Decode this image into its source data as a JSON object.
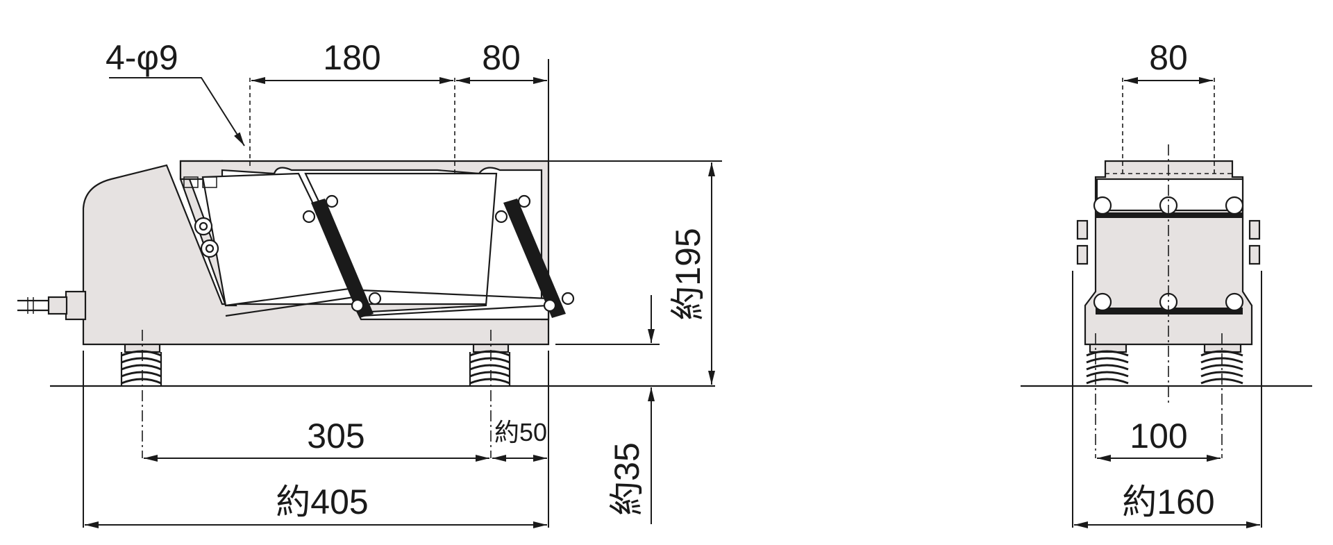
{
  "side_view": {
    "hole_callout": "4-φ9",
    "dim_hole_pitch": "180",
    "dim_hole_to_edge": "80",
    "dim_height": "約195",
    "dim_spring_height": "約35",
    "dim_foot_pitch": "305",
    "dim_foot_offset": "約50",
    "dim_length": "約405"
  },
  "end_view": {
    "dim_hole_pitch": "80",
    "dim_foot_pitch": "100",
    "dim_width": "約160"
  }
}
